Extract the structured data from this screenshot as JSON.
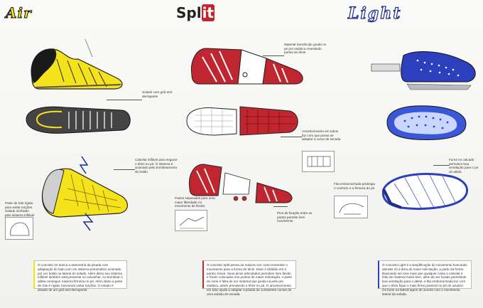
{
  "titles": {
    "air": "Air",
    "split_a": "Spl",
    "split_b": "it",
    "light": "Light"
  },
  "notes": {
    "air_sole": "Solado com grid anti-derrapante",
    "air_pump": "Calcelat inflável para segurar o tênis no pé. O sistema é acionado pelo bombeamento do botão",
    "air_heel": "Parte de trás rígida para evitar torções. Solado inclinado pelo sistema inflável",
    "split_material": "Material translúcido gruda no pé por estática revestindo partes do tênis",
    "split_tubes": "Amortecimento em tubos faz com que possa se adaptar a curva de escada",
    "split_parts": "Partes separadas para uma maior liberdade no movimento de flexão",
    "split_pin": "Pino de fixação entre as partes permite livre movimento",
    "light_foam": "Furos no calcado permitem boa ventilação para o pé do atleta",
    "light_fix": "Fita emborrachada privilegia o conforto e a firmeza do pé"
  },
  "descriptions": {
    "air": "O conceito Air busca a assimetria da pisada com adaptação do lado com um sistema pneumático acionado por um botão na lateral do solado. Além disso seu sistema inflável também está presente no calcanhar. Ao bombear o atleta consegue máxima firmeza no pé. Além disso a parte de trás é rígida, buscando evitar torções. O solado é dotado de um grid anti-derrapante.",
    "split": "O conceito Split pensa ao máximo em como transmitir o movimento para a forma do tênis. Esse é dividido em 3 partes chave. Seus pinos articulados permitem livre flexão e foram colocados nos pontos de maior solicitação. A parte do meio é feita de um material que gruda na pele por estática, assim prendendo o tênis no pé. O amortecimento em tubo ajuda a adaptar a pisada às constantes curvas de uma subida de escada.",
    "light": "O conceito Light é a simplificação do movimento buscando atender só a área de maior solicitação, a parte da frente. Buscando ser leve mais que qualquer coisa o calcelat é feito de material muito leve, além de ser furado permitindo boa ventilação para o atleta. A fita emborrachada faz com que o tênis fique o mais firme possível no pé do usuário. Os furos na lateral agem de acordo com o movimento lateral da subida."
  },
  "colors": {
    "air_yellow": "#f4e21a",
    "split_red": "#c0262f",
    "light_blue": "#2c3fbd"
  }
}
